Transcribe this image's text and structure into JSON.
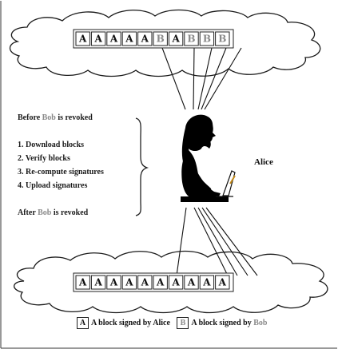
{
  "top_blocks": [
    {
      "label": "A",
      "owner": "alice"
    },
    {
      "label": "A",
      "owner": "alice"
    },
    {
      "label": "A",
      "owner": "alice"
    },
    {
      "label": "A",
      "owner": "alice"
    },
    {
      "label": "A",
      "owner": "alice"
    },
    {
      "label": "B",
      "owner": "bob"
    },
    {
      "label": "A",
      "owner": "alice"
    },
    {
      "label": "B",
      "owner": "bob"
    },
    {
      "label": "B",
      "owner": "bob"
    },
    {
      "label": "B",
      "owner": "bob"
    }
  ],
  "bottom_blocks": [
    {
      "label": "A",
      "owner": "alice"
    },
    {
      "label": "A",
      "owner": "alice"
    },
    {
      "label": "A",
      "owner": "alice"
    },
    {
      "label": "A",
      "owner": "alice"
    },
    {
      "label": "A",
      "owner": "alice"
    },
    {
      "label": "A",
      "owner": "alice"
    },
    {
      "label": "A",
      "owner": "alice"
    },
    {
      "label": "A",
      "owner": "alice"
    },
    {
      "label": "A",
      "owner": "alice"
    },
    {
      "label": "A",
      "owner": "alice"
    }
  ],
  "steps": {
    "before_prefix": "Before ",
    "before_name": "Bob",
    "before_suffix": " is revoked",
    "step1": "1. Download blocks",
    "step2": "2. Verify blocks",
    "step3": "3. Re-compute signatures",
    "step4": "4. Upload signatures",
    "after_prefix": "After ",
    "after_name": "Bob",
    "after_suffix": " is revoked"
  },
  "alice_label": "Alice",
  "legend": {
    "a_box": "A",
    "a_prefix": "A block signed by ",
    "a_name": "Alice",
    "b_box": "B",
    "b_prefix": "A block signed by ",
    "b_name": "Bob"
  },
  "colors": {
    "alice_text": "#111111",
    "bob_text": "#8a8a8a",
    "cloud_stroke": "#1a1a1a",
    "silhouette": "#000000"
  }
}
